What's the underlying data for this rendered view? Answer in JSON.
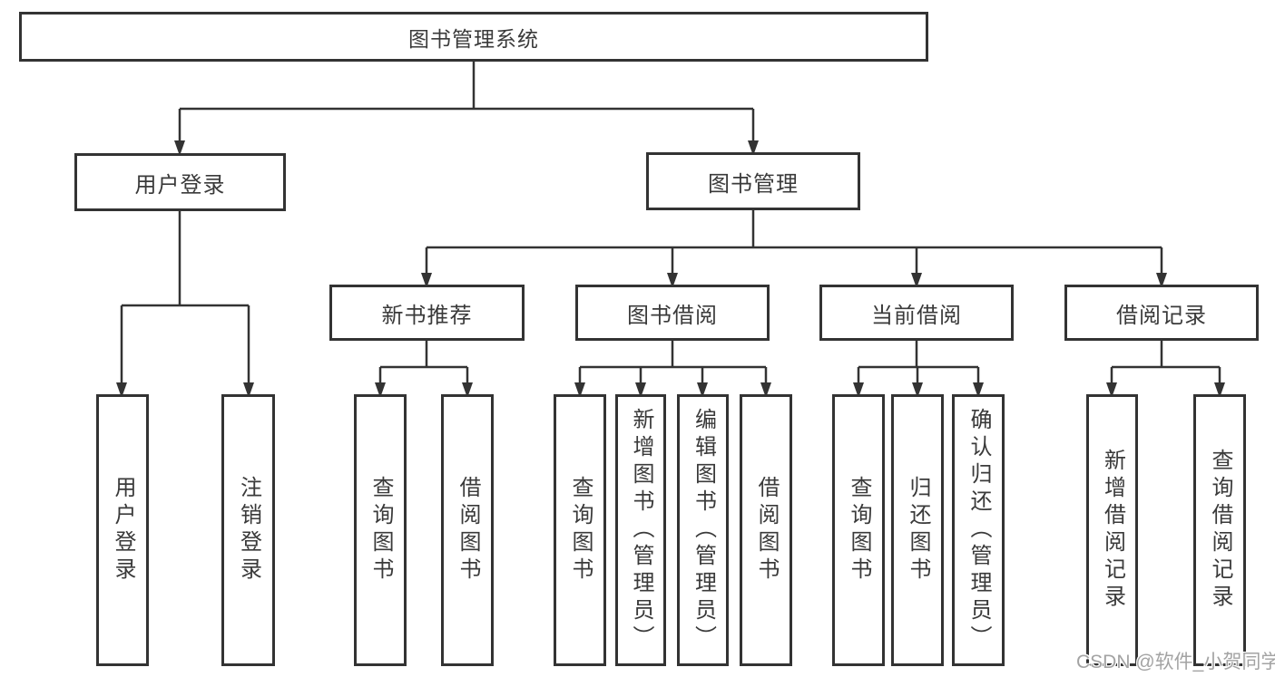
{
  "colors": {
    "line": "#333333",
    "border": "#333333",
    "text": "#3a3a3a",
    "background": "#ffffff",
    "watermark": "#a3a3a3"
  },
  "watermark": {
    "text": "CSDN @软件_小贺同学"
  },
  "diagram": {
    "type": "tree",
    "root": {
      "label": "图书管理系统",
      "children": [
        {
          "label": "用户登录",
          "children": [
            {
              "label": "用户登录"
            },
            {
              "label": "注销登录"
            }
          ]
        },
        {
          "label": "图书管理",
          "children": [
            {
              "label": "新书推荐",
              "children": [
                {
                  "label": "查询图书"
                },
                {
                  "label": "借阅图书"
                }
              ]
            },
            {
              "label": "图书借阅",
              "children": [
                {
                  "label": "查询图书"
                },
                {
                  "label": "新增图书（管理员）"
                },
                {
                  "label": "编辑图书（管理员）"
                },
                {
                  "label": "借阅图书"
                }
              ]
            },
            {
              "label": "当前借阅",
              "children": [
                {
                  "label": "查询图书"
                },
                {
                  "label": "归还图书"
                },
                {
                  "label": "确认归还（管理员）"
                }
              ]
            },
            {
              "label": "借阅记录",
              "children": [
                {
                  "label": "新增借阅记录"
                },
                {
                  "label": "查询借阅记录"
                }
              ]
            }
          ]
        }
      ]
    }
  }
}
